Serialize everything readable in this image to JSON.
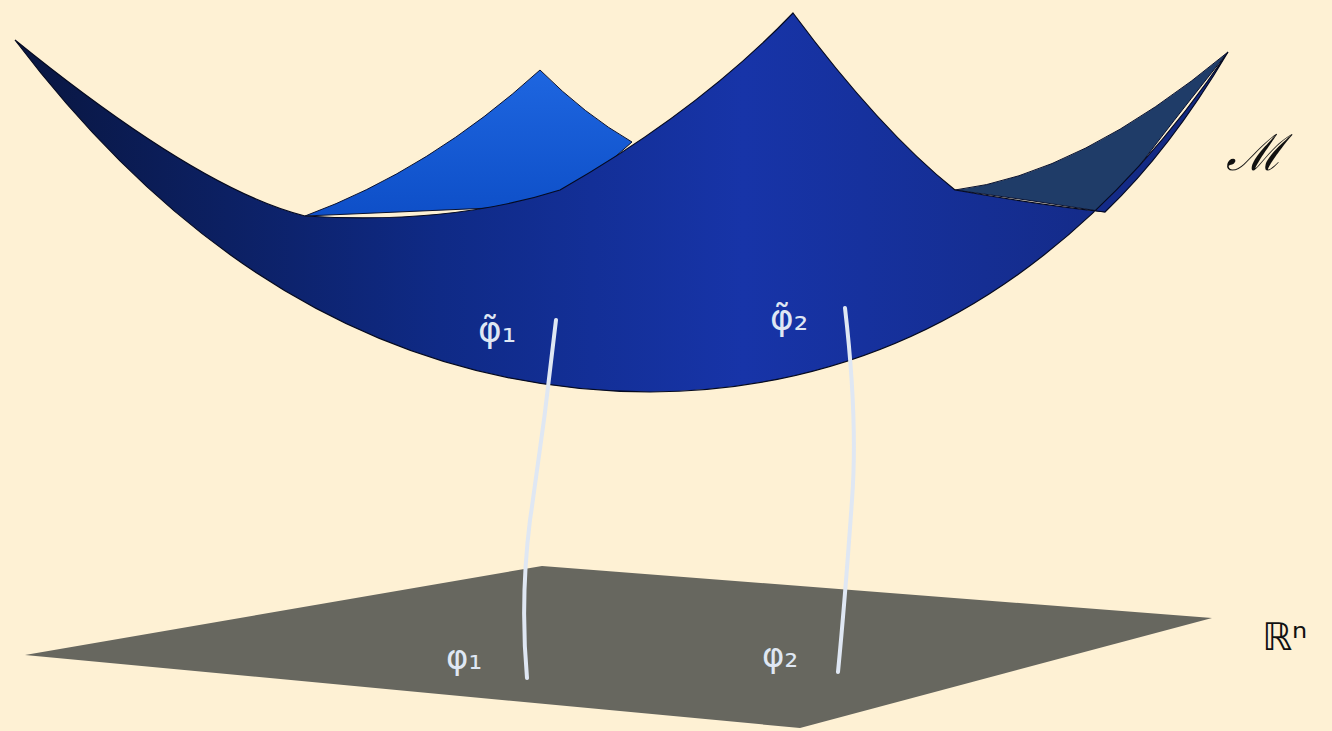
{
  "diagram": {
    "labels": [
      "ℳ",
      "φ̃₁",
      "φ̃₂",
      "ℝⁿ",
      "φ₁",
      "φ₂"
    ]
  }
}
